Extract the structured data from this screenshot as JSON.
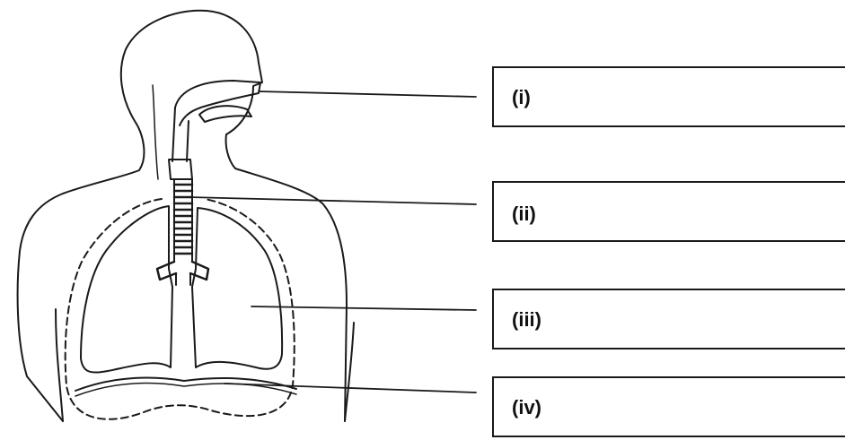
{
  "labels": [
    {
      "id": "i",
      "text": "(i)"
    },
    {
      "id": "ii",
      "text": "(ii)"
    },
    {
      "id": "iii",
      "text": "(iii)"
    },
    {
      "id": "iv",
      "text": "(iv)"
    }
  ],
  "colors": {
    "ink": "#1a1a1a",
    "background": "#ffffff"
  }
}
